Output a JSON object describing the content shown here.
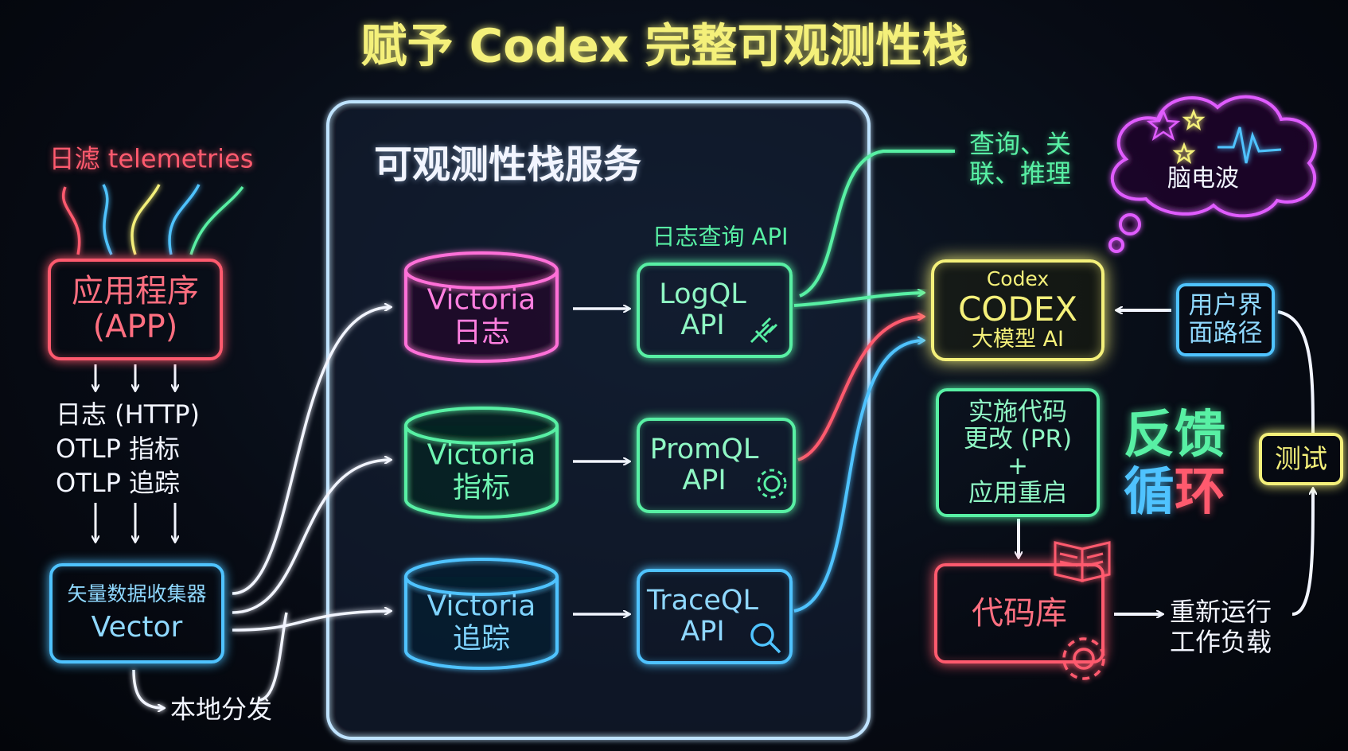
{
  "title": "赋予 Codex 完整可观测性栈",
  "colors": {
    "yellow": "#f4f07a",
    "red": "#ff5a6e",
    "pink": "#ff6fd8",
    "green": "#58f0a4",
    "blue": "#4fc3ff",
    "white": "#f2f5ff",
    "cloud": "#e05cff",
    "frame": "#bfe3ff"
  },
  "left": {
    "telemetry_label": "日滤 telemetries",
    "app": {
      "line1": "应用程序",
      "line2": "(APP)"
    },
    "signals": [
      "日志 (HTTP)",
      "OTLP 指标",
      "OTLP 追踪"
    ],
    "collector": {
      "line1": "矢量数据收集器",
      "line2": "Vector"
    },
    "local_dispatch": "本地分发"
  },
  "stack": {
    "title": "可观测性栈服务",
    "log_api_label": "日志查询 API",
    "stores": [
      {
        "line1": "Victoria",
        "line2": "日志"
      },
      {
        "line1": "Victoria",
        "line2": "指标"
      },
      {
        "line1": "Victoria",
        "line2": "追踪"
      }
    ],
    "apis": [
      {
        "line1": "LogQL",
        "line2": "API",
        "icon": "plug-icon"
      },
      {
        "line1": "PromQL",
        "line2": "API",
        "icon": "gear-icon"
      },
      {
        "line1": "TraceQL",
        "line2": "API",
        "icon": "magnifier-icon"
      }
    ]
  },
  "right": {
    "query_label": {
      "line1": "查询、关",
      "line2": "联、推理"
    },
    "brainwave": "脑电波",
    "codex": {
      "line1": "Codex",
      "line2": "CODEX",
      "line3": "大模型 AI"
    },
    "ui_path": {
      "line1": "用户界",
      "line2": "面路径"
    },
    "implement": {
      "line1": "实施代码",
      "line2": "更改 (PR)",
      "line3": "+",
      "line4": "应用重启"
    },
    "feedback": {
      "line1": "反馈",
      "line2a": "循",
      "line2b": "环"
    },
    "test": "测试",
    "repo": "代码库",
    "rerun": {
      "line1": "重新运行",
      "line2": "工作负载"
    }
  }
}
